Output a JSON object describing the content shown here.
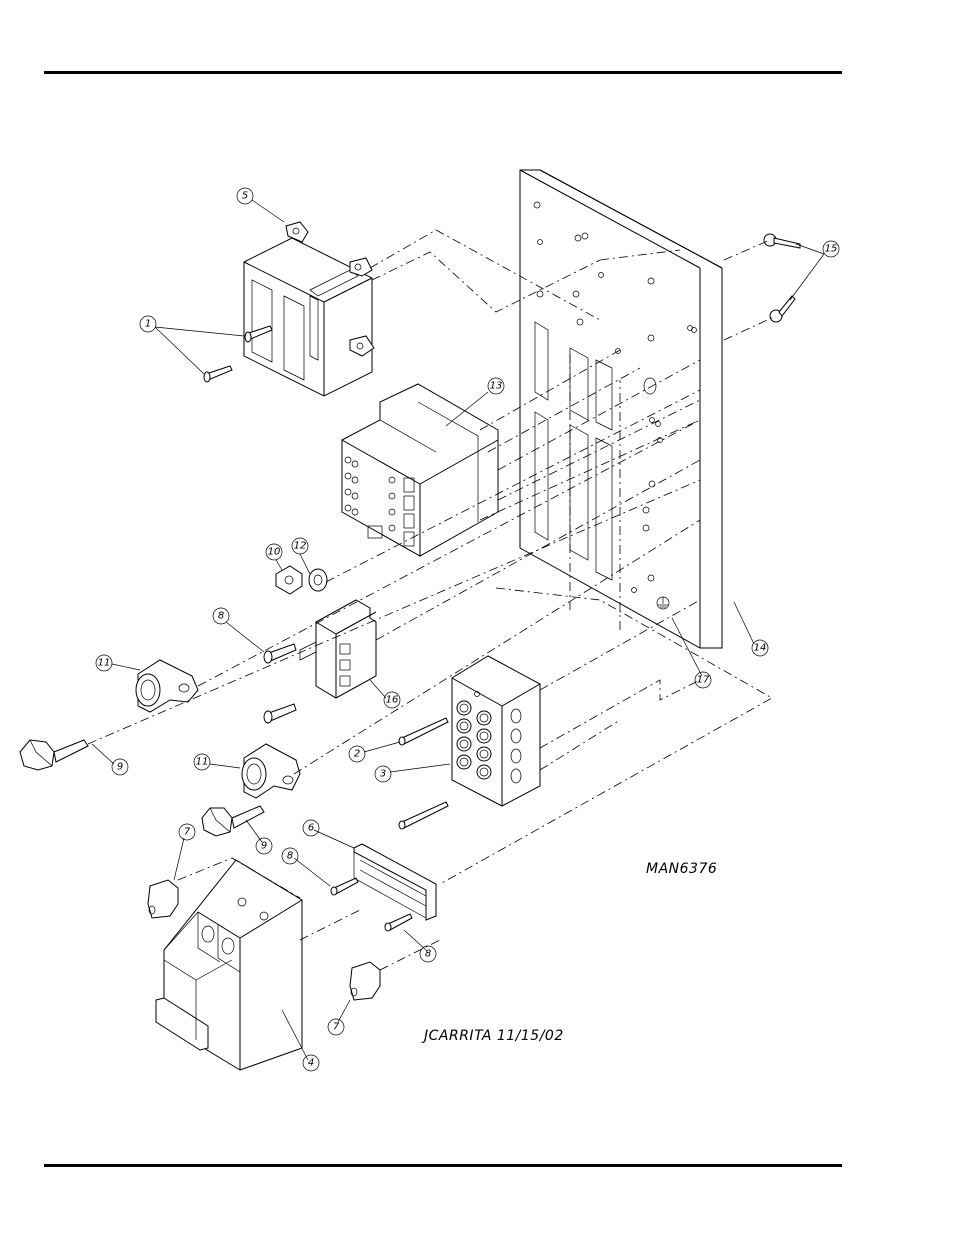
{
  "drawing": {
    "drawing_number": "MAN6376",
    "author_stamp": "JCARRITA 11/15/02",
    "callouts": [
      {
        "id": "c5",
        "label": "5"
      },
      {
        "id": "c15",
        "label": "15"
      },
      {
        "id": "c1",
        "label": "1"
      },
      {
        "id": "c13",
        "label": "13"
      },
      {
        "id": "c10",
        "label": "10"
      },
      {
        "id": "c12",
        "label": "12"
      },
      {
        "id": "c8a",
        "label": "8"
      },
      {
        "id": "c14",
        "label": "14"
      },
      {
        "id": "c11a",
        "label": "11"
      },
      {
        "id": "c16",
        "label": "16"
      },
      {
        "id": "c17",
        "label": "17"
      },
      {
        "id": "c9a",
        "label": "9"
      },
      {
        "id": "c2",
        "label": "2"
      },
      {
        "id": "c11b",
        "label": "11"
      },
      {
        "id": "c3",
        "label": "3"
      },
      {
        "id": "c9b",
        "label": "9"
      },
      {
        "id": "c7a",
        "label": "7"
      },
      {
        "id": "c6",
        "label": "6"
      },
      {
        "id": "c8b",
        "label": "8"
      },
      {
        "id": "c8c",
        "label": "8"
      },
      {
        "id": "c7b",
        "label": "7"
      },
      {
        "id": "c4",
        "label": "4"
      }
    ]
  }
}
